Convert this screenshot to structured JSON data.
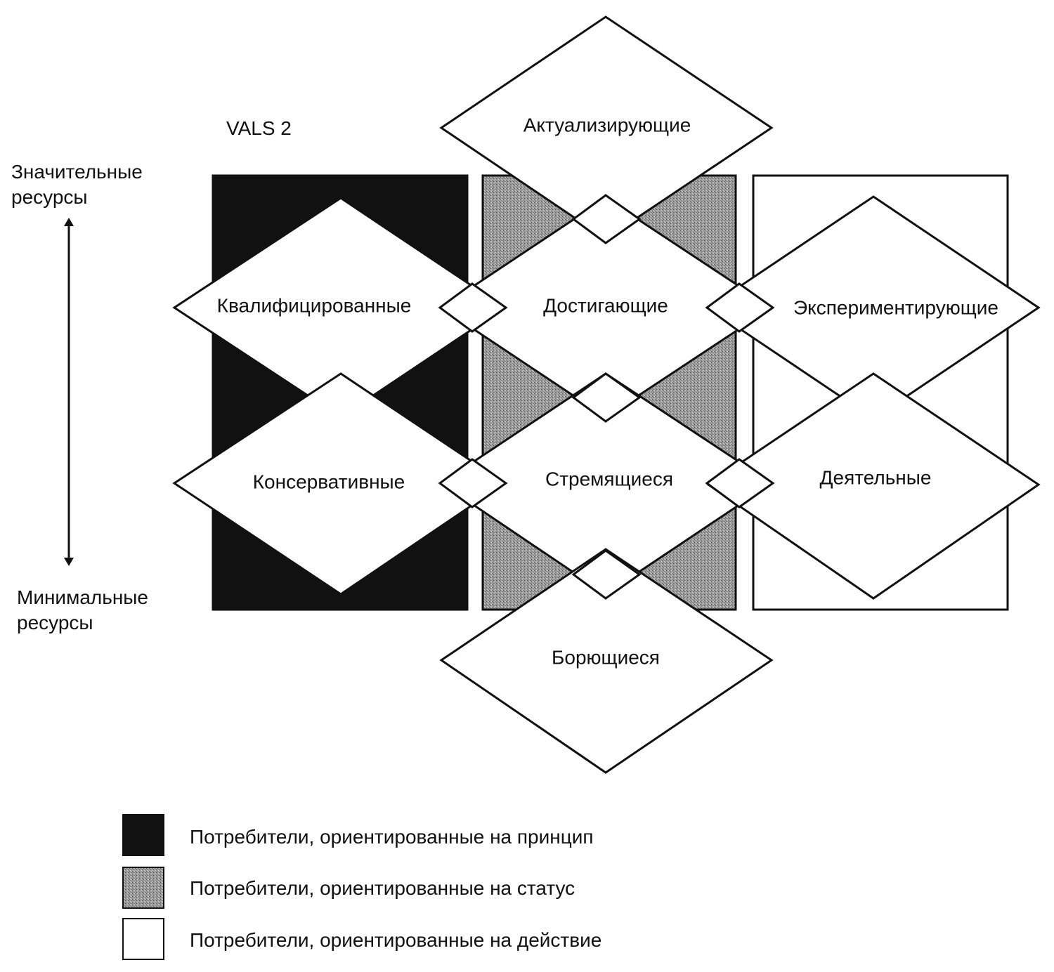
{
  "title": "VALS 2",
  "axis": {
    "top_label_line1": "Значительные",
    "top_label_line2": "ресурсы",
    "bottom_label_line1": "Минимальные",
    "bottom_label_line2": "ресурсы"
  },
  "segments": {
    "actualizers": "Актуализирующие",
    "fulfilleds": "Квалифицированные",
    "achievers": "Достигающие",
    "experiencers": "Экспериментирующие",
    "believers": "Консервативные",
    "strivers": "Стремящиеся",
    "makers": "Деятельные",
    "strugglers": "Борющиеся"
  },
  "legend": [
    {
      "label": "Потребители, ориентированные на принцип",
      "color": "#111111"
    },
    {
      "label": "Потребители, ориентированные на статус",
      "color": "#7a7a7a"
    },
    {
      "label": "Потребители, ориентированные на действие",
      "color": "#ffffff"
    }
  ],
  "colors": {
    "principle": "#111111",
    "status": "#7a7a7a",
    "action": "#ffffff",
    "outline": "#111111"
  }
}
